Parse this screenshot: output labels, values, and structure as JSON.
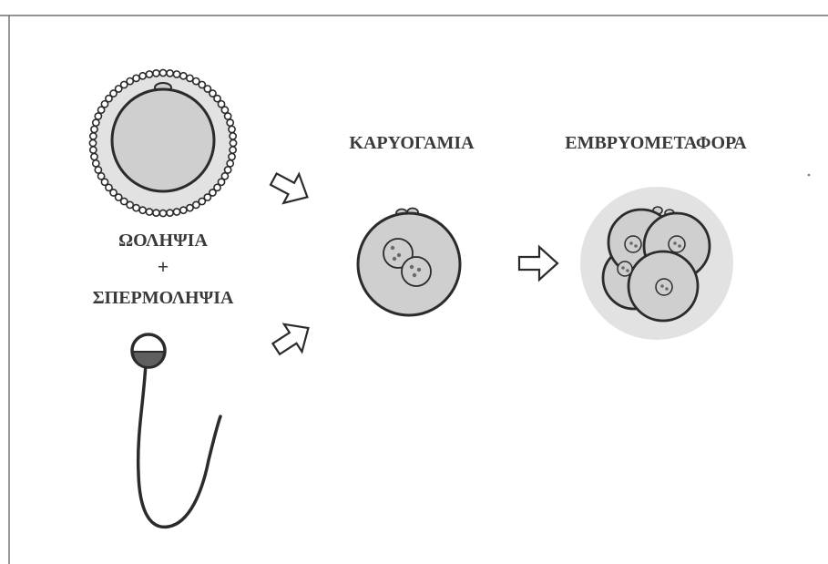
{
  "labels": {
    "oocyte_retrieval": "ΩΟΛΗΨΙΑ",
    "plus": "+",
    "sperm_retrieval": "ΣΠΕΡΜΟΛΗΨΙΑ",
    "karyogamy": "ΚΑΡΥΟΓΑΜΙΑ",
    "embryo_transfer": "ΕΜΒΡΥΟΜΕΤΑΦΟΡΑ"
  },
  "colors": {
    "page_background": "#ffffff",
    "frame_line": "#555555",
    "cell_fill": "#cfcfcf",
    "zona_fill": "#e2e2e2",
    "outline": "#2b2b2b",
    "text": "#3a3a3a",
    "sperm_head_dark": "#5f5f5f"
  }
}
